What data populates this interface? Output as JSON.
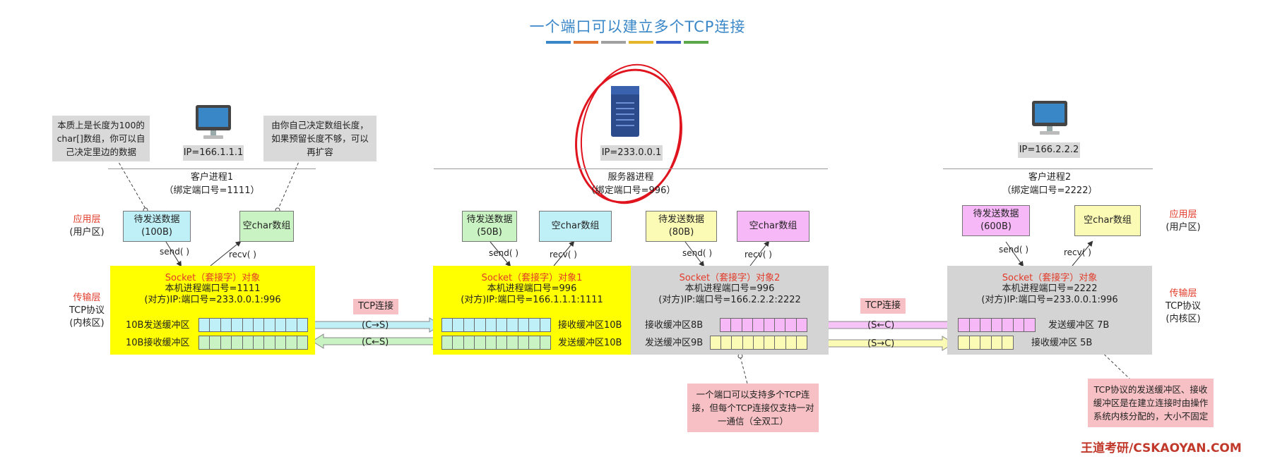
{
  "title": "一个端口可以建立多个TCP连接",
  "title_bar_colors": [
    "#3a87c8",
    "#e0732e",
    "#a0a0a0",
    "#e6b62a",
    "#3a5fc8",
    "#5aa84a"
  ],
  "client1": {
    "ip": "IP=166.1.1.1",
    "process": "客户进程1",
    "port_bind": "（绑定端口号=1111）",
    "note_left": "本质上是长度为100的char[]数组，你可以自己决定里边的数据",
    "note_right": "由你自己决定数组长度，如果预留长度不够，可以再扩容",
    "send_data": "待发送数据",
    "send_size": "(100B)",
    "recv_array": "空char数组",
    "send_call": "send( )",
    "recv_call": "recv( )",
    "socket_title": "Socket（套接字）对象",
    "socket_port": "本机进程端口号=1111",
    "socket_peer": "(对方)IP:端口号=233.0.0.1:996",
    "send_buf": "10B发送缓冲区",
    "recv_buf": "10B接收缓冲区"
  },
  "server": {
    "ip": "IP=233.0.0.1",
    "process": "服务器进程",
    "port_bind": "（绑定端口号=996）",
    "s1": {
      "send_data": "待发送数据",
      "send_size": "(50B)",
      "recv_array": "空char数组",
      "send_call": "send( )",
      "recv_call": "recv( )",
      "socket_title": "Socket（套接字）对象1",
      "socket_port": "本机进程端口号=996",
      "socket_peer": "(对方)IP:端口号=166.1.1.1:1111",
      "recv_buf": "接收缓冲区10B",
      "send_buf": "发送缓冲区10B"
    },
    "s2": {
      "send_data": "待发送数据",
      "send_size": "(80B)",
      "recv_array": "空char数组",
      "send_call": "send( )",
      "recv_call": "recv( )",
      "socket_title": "Socket（套接字）对象2",
      "socket_port": "本机进程端口号=996",
      "socket_peer": "(对方)IP:端口号=166.2.2.2:2222",
      "recv_buf": "接收缓冲区8B",
      "send_buf": "发送缓冲区9B"
    },
    "note_bottom": "一个端口可以支持多个TCP连接，但每个TCP连接仅支持一对一通信（全双工）"
  },
  "client2": {
    "ip": "IP=166.2.2.2",
    "process": "客户进程2",
    "port_bind": "（绑定端口号=2222）",
    "send_data": "待发送数据",
    "send_size": "(600B)",
    "recv_array": "空char数组",
    "send_call": "send( )",
    "recv_call": "recv( )",
    "socket_title": "Socket（套接字）对象",
    "socket_port": "本机进程端口号=2222",
    "socket_peer": "(对方)IP:端口号=233.0.0.1:996",
    "send_buf": "发送缓冲区 7B",
    "recv_buf": "接收缓冲区 5B",
    "note_bottom": "TCP协议的发送缓冲区、接收缓冲区是在建立连接时由操作系统内核分配的，大小不固定"
  },
  "layers": {
    "app": "应用层",
    "app_sub": "(用户区)",
    "transport": "传输层",
    "transport_sub1": "TCP协议",
    "transport_sub2": "(内核区)"
  },
  "connections": {
    "badge": "TCP连接",
    "c1_up": "(C→S)",
    "c1_down": "(C←S)",
    "c2_up": "(S←C)",
    "c2_down": "(S→C)"
  },
  "watermark": "王道考研/CSKAOYAN.COM"
}
